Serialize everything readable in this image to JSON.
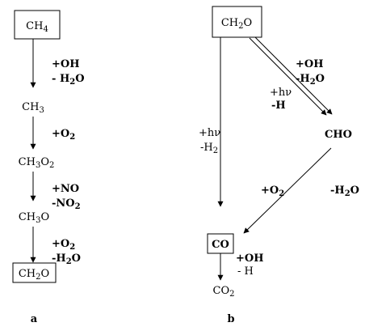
{
  "panel_a": {
    "ch4": "CH4",
    "step1": [
      "+OH",
      "- H2O"
    ],
    "ch3": "CH3",
    "step2": [
      "+O2"
    ],
    "ch3o2": "CH3O2",
    "step3": [
      "+NO",
      "-NO2"
    ],
    "ch3o": "CH3O",
    "step4": [
      "+O2",
      "-H2O"
    ],
    "ch2o": "CH2O",
    "label": "a"
  },
  "panel_b": {
    "ch2o": "CH2O",
    "oh_branch": [
      "+OH",
      "-H2O"
    ],
    "hv_h_branch": [
      "+hν",
      "-H"
    ],
    "hv_h2_branch": [
      "+hν",
      "-H2"
    ],
    "cho": "CHO",
    "o2": "+O2",
    "h2o": "-H2O",
    "co": "CO",
    "co_step": [
      "+OH",
      "- H"
    ],
    "co2": "CO2",
    "label": "b"
  }
}
